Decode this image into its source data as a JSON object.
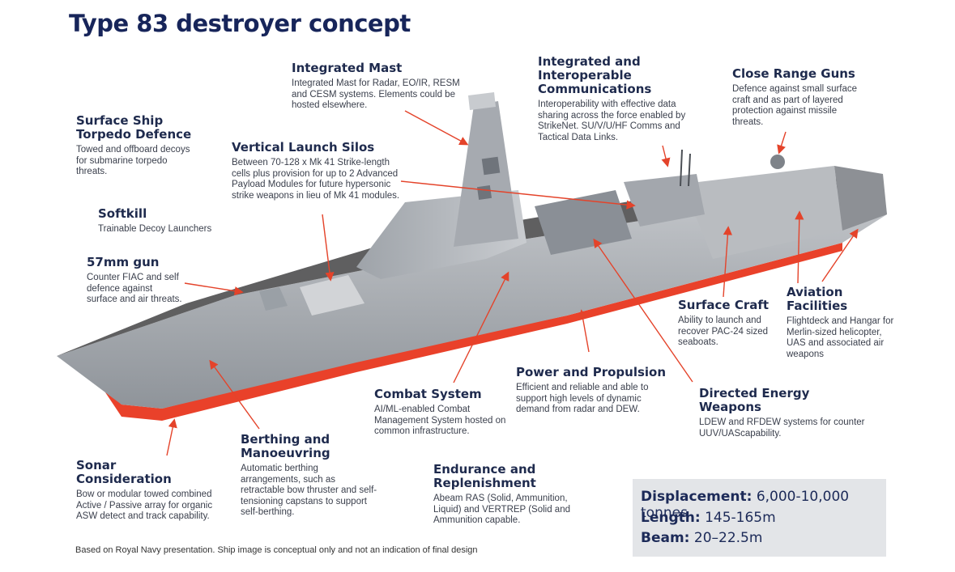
{
  "title": "Type 83 destroyer concept",
  "annotations": {
    "integrated_mast": {
      "heading": "Integrated Mast",
      "text": "Integrated Mast for Radar, EO/IR, RESM and CESM systems. Elements could be hosted elsewhere."
    },
    "communications": {
      "heading": "Integrated and Interoperable Communications",
      "text": "Interoperability with effective data sharing across the force enabled by StrikeNet. SU/V/U/HF Comms and Tactical Data Links."
    },
    "close_range_guns": {
      "heading": "Close Range Guns",
      "text": "Defence against small surface craft and as part of layered protection against missile threats."
    },
    "torpedo_defence": {
      "heading": "Surface Ship Torpedo Defence",
      "text": "Towed and offboard decoys for submarine torpedo threats."
    },
    "vertical_launch": {
      "heading": "Vertical Launch Silos",
      "text": "Between 70-128 x Mk 41 Strike-length cells plus provision for up to 2 Advanced Payload Modules for future hypersonic strike weapons in lieu of Mk 41 modules."
    },
    "softkill": {
      "heading": "Softkill",
      "text": "Trainable Decoy Launchers"
    },
    "gun_57mm": {
      "heading": "57mm gun",
      "text": "Counter FIAC and self defence against surface and air threats."
    },
    "surface_craft": {
      "heading": "Surface Craft",
      "text": "Ability to launch and recover PAC-24 sized seaboats."
    },
    "aviation": {
      "heading": "Aviation Facilities",
      "text": "Flightdeck and Hangar for Merlin-sized helicopter, UAS and associated air weapons"
    },
    "power": {
      "heading": "Power and Propulsion",
      "text": "Efficient and reliable and able to support high levels of dynamic demand from radar and DEW."
    },
    "combat_system": {
      "heading": "Combat System",
      "text": "AI/ML-enabled Combat Management System hosted on common infrastructure."
    },
    "directed_energy": {
      "heading": "Directed Energy Weapons",
      "text": "LDEW and RFDEW systems for counter UUV/UAScapability."
    },
    "berthing": {
      "heading": "Berthing and Manoeuvring",
      "text": "Automatic berthing arrangements, such as retractable bow thruster and self-tensioning capstans to support self-berthing."
    },
    "sonar": {
      "heading": "Sonar Consideration",
      "text": "Bow or modular towed combined Active / Passive array for organic ASW detect and track capability."
    },
    "endurance": {
      "heading": "Endurance and Replenishment",
      "text": "Abeam RAS (Solid, Ammunition, Liquid) and VERTREP (Solid and Ammunition capable."
    }
  },
  "specs": {
    "displacement_label": "Displacement:",
    "displacement_value": "6,000-10,000 tonnes",
    "length_label": "Length:",
    "length_value": "145-165m",
    "beam_label": "Beam:",
    "beam_value": "20–22.5m"
  },
  "footer": "Based on Royal Navy presentation. Ship image is conceptual only and not an indication of final design",
  "colors": {
    "title": "#17255a",
    "arrow": "#e4432a",
    "hull": "#a9adb2",
    "boot_top": "#e9412a",
    "spec_box": "#e3e5e8"
  }
}
